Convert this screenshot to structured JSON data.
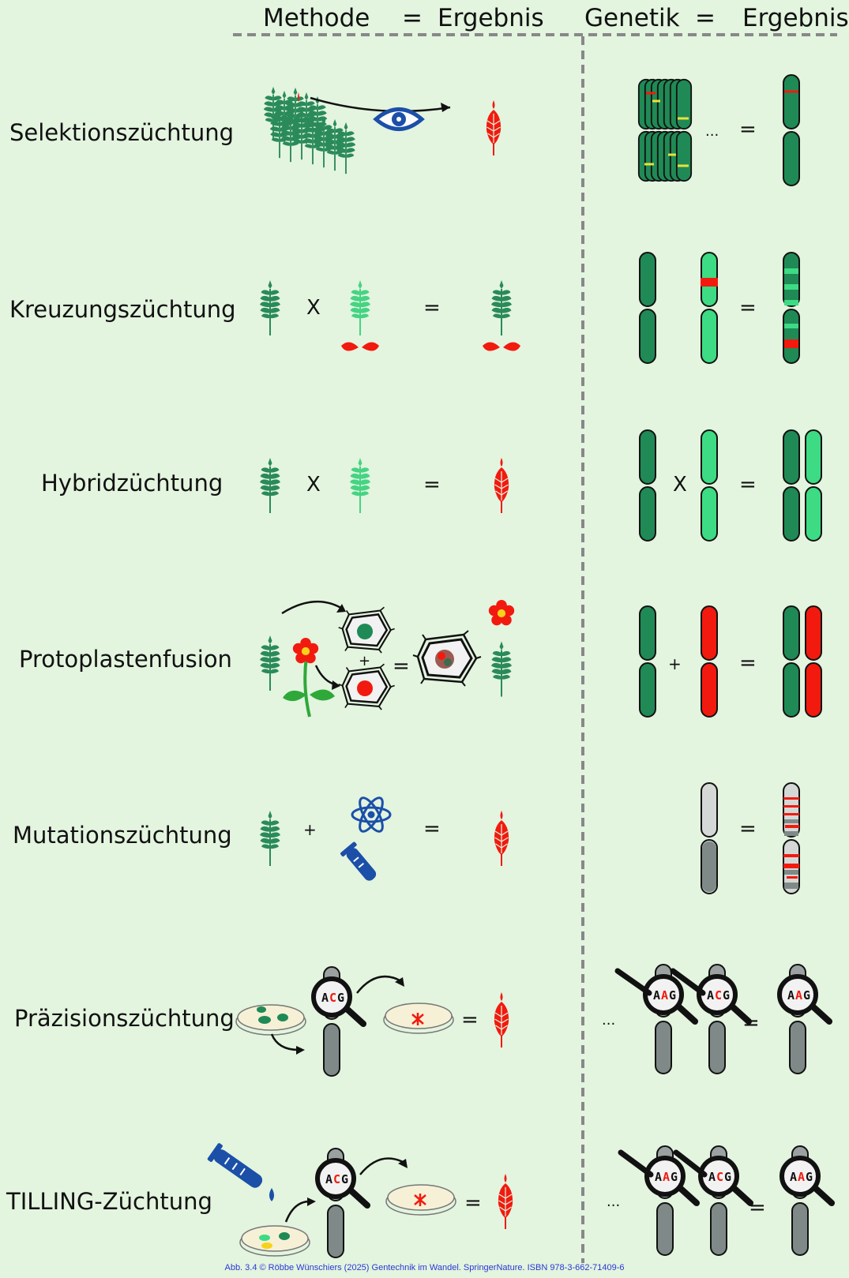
{
  "header": {
    "method": "Methode",
    "equals": "=",
    "result": "Ergebnis",
    "genetics": "Genetik"
  },
  "rows": [
    {
      "label": "Selektionszüchtung"
    },
    {
      "label": "Kreuzungszüchtung"
    },
    {
      "label": "Hybridzüchtung"
    },
    {
      "label": "Protoplastenfusion"
    },
    {
      "label": "Mutationszüchtung"
    },
    {
      "label": "Präzisionszüchtung"
    },
    {
      "label": "TILLING-Züchtung"
    }
  ],
  "symbols": {
    "times": "X",
    "plus": "+",
    "equals": "=",
    "ellipsis": "...",
    "seq_acg": [
      "A",
      "C",
      "G"
    ],
    "seq_aag": [
      "A",
      "A",
      "G"
    ]
  },
  "colors": {
    "background": "#e3f4df",
    "wheat_dark": "#2a8a5a",
    "wheat_light": "#45d483",
    "red": "#f21a0e",
    "chrom_dark": "#1f8a55",
    "chrom_light": "#3ddb83",
    "chrom_gray": "#7f8a88",
    "chrom_lightgray": "#d4d8d7",
    "blue": "#1b4fa8",
    "divider": "#888888"
  },
  "icons": [
    "wheat-icon",
    "eye-icon",
    "flower-icon",
    "cell-icon",
    "atom-icon",
    "test-tube-icon",
    "petri-dish-icon",
    "magnifier-icon",
    "chromosome-icon"
  ],
  "credit": "Abb. 3.4 © Röbbe Wünschiers (2025) Gentechnik im Wandel. SpringerNature. ISBN 978-3-662-71409-6"
}
